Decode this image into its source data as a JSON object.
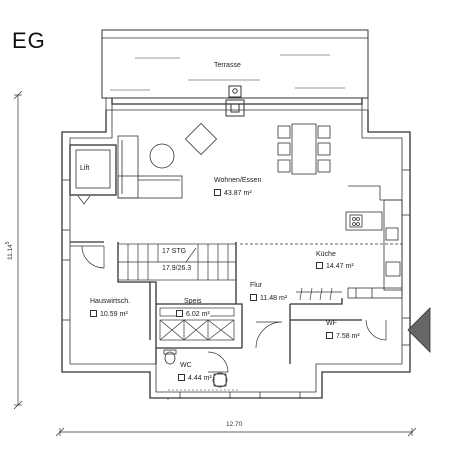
{
  "floor": "EG",
  "rooms": {
    "terrasse": {
      "name": "Terrasse"
    },
    "wohnen": {
      "name": "Wohnen/Essen",
      "area": "43.87",
      "unit": "m²"
    },
    "lift": {
      "name": "Lift"
    },
    "kueche": {
      "name": "Küche",
      "area": "14.47",
      "unit": "m²"
    },
    "stair": {
      "line1": "17 STG",
      "line2": "17.9/26.3"
    },
    "flur": {
      "name": "Flur",
      "area": "11.48",
      "unit": "m²"
    },
    "hauswirtsch": {
      "name": "Hauswirtsch.",
      "area": "10.59",
      "unit": "m²"
    },
    "speis": {
      "name": "Speis",
      "area": "6.02",
      "unit": "m²"
    },
    "wf": {
      "name": "WF",
      "area": "7.58",
      "unit": "m²"
    },
    "wc": {
      "name": "WC",
      "area": "4.44",
      "unit": "m²"
    }
  },
  "dimensions": {
    "width": "12.70",
    "height": "11.14",
    "height_sup": "5"
  }
}
